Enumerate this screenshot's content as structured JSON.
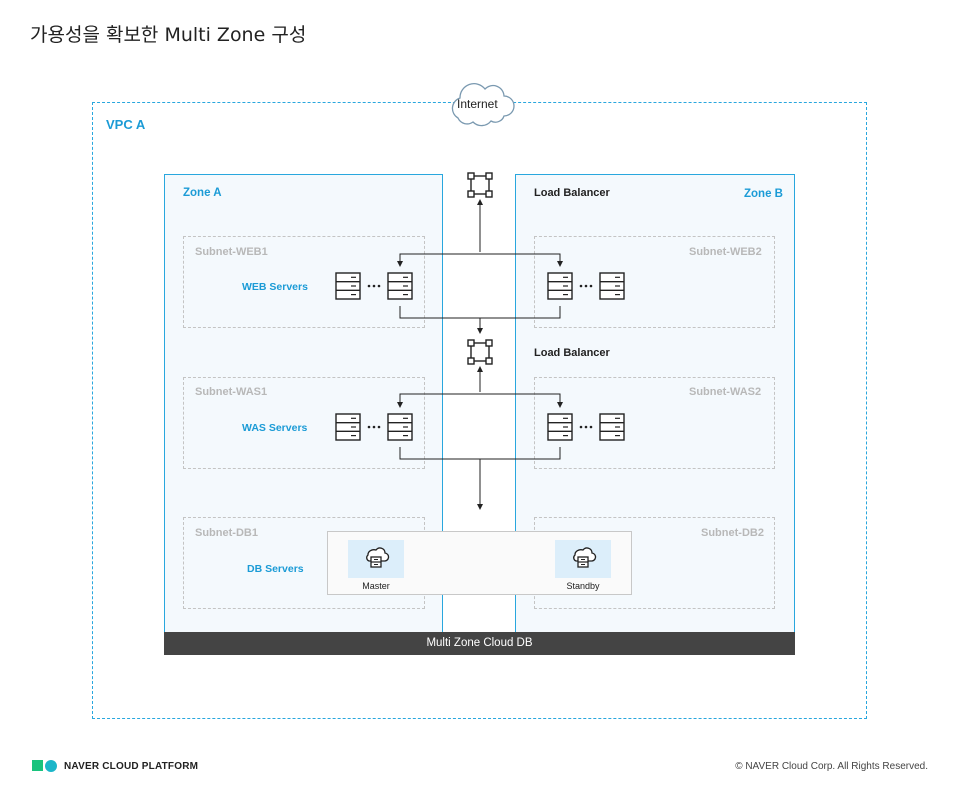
{
  "title": "가용성을 확보한 Multi Zone 구성",
  "internet_label": "Internet",
  "vpc_label": "VPC A",
  "zone_a": {
    "label": "Zone A",
    "subnets": [
      "Subnet-WEB1",
      "Subnet-WAS1",
      "Subnet-DB1"
    ],
    "server_labels": [
      "WEB Servers",
      "WAS Servers",
      "DB Servers"
    ]
  },
  "zone_b": {
    "label": "Zone B",
    "subnets": [
      "Subnet-WEB2",
      "Subnet-WAS2",
      "Subnet-DB2"
    ]
  },
  "load_balancers": [
    "Load Balancer",
    "Load Balancer"
  ],
  "db": {
    "bar_label": "Multi Zone Cloud DB",
    "master_label": "Master",
    "standby_label": "Standby"
  },
  "footer": {
    "brand": "NAVER CLOUD PLATFORM",
    "copyright": "© NAVER Cloud Corp. All Rights Reserved."
  },
  "colors": {
    "accent": "#29a7de",
    "zone_bg": "#f4f9fd",
    "db_bar": "#444444",
    "logo_green": "#19c37d",
    "logo_teal": "#1bb6c9"
  },
  "icons": [
    "cloud-icon",
    "load-balancer-icon",
    "server-rack-icon",
    "db-server-icon",
    "arrow-icon"
  ]
}
